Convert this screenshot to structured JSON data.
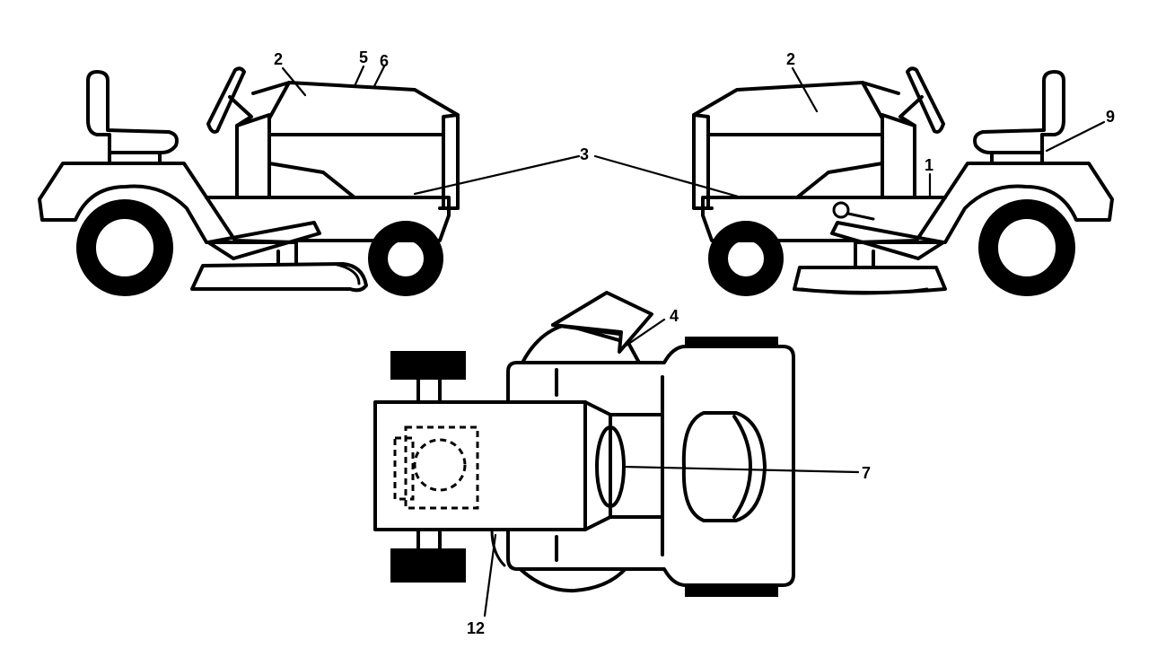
{
  "callouts": [
    {
      "id": "1"
    },
    {
      "id": "2"
    },
    {
      "id": "3"
    },
    {
      "id": "4"
    },
    {
      "id": "5"
    },
    {
      "id": "6"
    },
    {
      "id": "7"
    },
    {
      "id": "9"
    },
    {
      "id": "12"
    }
  ]
}
